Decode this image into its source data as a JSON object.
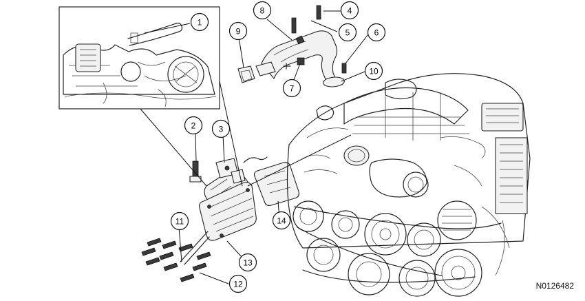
{
  "diagram": {
    "reference_code": "N0126482",
    "callouts": [
      "1",
      "2",
      "3",
      "4",
      "5",
      "6",
      "7",
      "8",
      "9",
      "10",
      "11",
      "12",
      "13",
      "14"
    ]
  }
}
